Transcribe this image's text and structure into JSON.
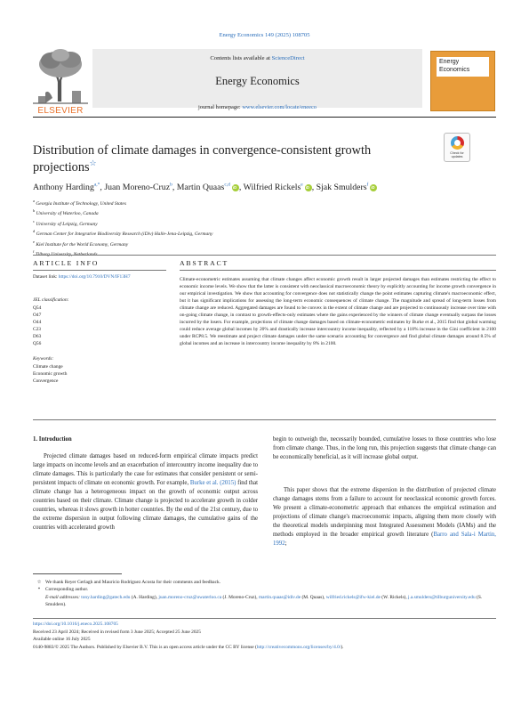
{
  "journal_ref": "Energy Economics 149 (2025) 108705",
  "header": {
    "contents_prefix": "Contents lists available at ",
    "contents_link": "ScienceDirect",
    "journal_title": "Energy Economics",
    "homepage_prefix": "journal homepage: ",
    "homepage_link": "www.elsevier.com/locate/eneeco",
    "publisher_logo": "ELSEVIER",
    "cover_title_1": "Energy",
    "cover_title_2": "Economics",
    "check_updates": "Check for updates",
    "icons": [
      "elsevier-tree-logo",
      "journal-cover",
      "check-for-updates-badge"
    ]
  },
  "title": "Distribution of climate damages in convergence-consistent growth projections",
  "title_mark": "☆",
  "authors": [
    {
      "name": "Anthony Harding",
      "sup": "a,*",
      "orcid": false
    },
    {
      "name": "Juan Moreno-Cruz",
      "sup": "b",
      "orcid": false
    },
    {
      "name": "Martin Quaas",
      "sup": "c,d",
      "orcid": true
    },
    {
      "name": "Wilfried Rickels",
      "sup": "e",
      "orcid": true
    },
    {
      "name": "Sjak Smulders",
      "sup": "f",
      "orcid": true
    }
  ],
  "affiliations": [
    {
      "sup": "a",
      "text": "Georgia Institute of Technology, United States"
    },
    {
      "sup": "b",
      "text": "University of Waterloo, Canada"
    },
    {
      "sup": "c",
      "text": "University of Leipzig, Germany"
    },
    {
      "sup": "d",
      "text": "German Center for Integrative Biodiversity Research (iDiv) Halle-Jena-Leipzig, Germany"
    },
    {
      "sup": "e",
      "text": "Kiel Institute for the World Economy, Germany"
    },
    {
      "sup": "f",
      "text": "Tilburg University, Netherlands"
    }
  ],
  "article_info": {
    "heading": "ARTICLE INFO",
    "dataset_prefix": "Dataset link: ",
    "dataset_link": "https://doi.org/10.7910/DVN/IF13H7",
    "jel_heading": "JEL classification:",
    "jel_codes": [
      "Q54",
      "O47",
      "O44",
      "C23",
      "D63",
      "Q56"
    ],
    "keywords_heading": "Keywords:",
    "keywords": [
      "Climate change",
      "Economic growth",
      "Convergence"
    ]
  },
  "abstract": {
    "heading": "ABSTRACT",
    "text": "Climate-econometric estimates assuming that climate changes affect economic growth result in larger projected damages than estimates restricting the effect to economic income levels. We show that the latter is consistent with neoclassical macroeconomic theory by explicitly accounting for income growth convergence in our empirical investigation. We show that accounting for convergence does not statistically change the point estimates capturing climate's macroeconomic effect, but it has significant implications for assessing the long-term economic consequences of climate change. The magnitude and spread of long-term losses from climate change are reduced. Aggregated damages are found to be convex in the extent of climate change and are projected to continuously increase over time with on-going climate change, in contrast to growth-effects-only estimates where the gains experienced by the winners of climate change eventually surpass the losses incurred by the losers. For example, projections of climate change damages based on climate-econometric estimates by Burke et al., 2015 find that global warming could reduce average global incomes by 20% and drastically increase intercountry income inequality, reflected by a 118% increase in the Gini coefficient in 2100 under RCP8.5. We reestimate and project climate damages under the same scenario accounting for convergence and find global climate damages around 8.5% of global incomes and an increase in intercountry income inequality by 8% in 2100."
  },
  "body": {
    "section_heading": "1.  Introduction",
    "left_part1": "Projected climate damages based on reduced-form empirical climate impacts predict large impacts on income levels and an exacerbation of intercountry income inequality due to climate damages. This is particularly the case for estimates that consider persistent or semi-persistent impacts of climate on economic growth. For example, ",
    "left_cite": "Burke et al. (2015)",
    "left_part2": " find that climate change has a heterogeneous impact on the growth of economic output across countries based on their climate. Climate change is projected to accelerate growth in colder countries, whereas it slows growth in hotter countries. By the end of the 21st century, due to the extreme dispersion in output following climate damages, the cumulative gains of the countries with accelerated growth",
    "right_para1": "begin to outweigh the, necessarily bounded, cumulative losses to those countries who lose from climate change. Thus, in the long run, this projection suggests that climate change can be economically beneficial, as it will increase global output.",
    "right_para2_part1": "This paper shows that the extreme dispersion in the distribution of projected climate change damages stems from a failure to account for neoclassical economic growth forces. We present a climate-econometric approach that enhances the empirical estimation and projections of climate change's macroeconomic impacts, aligning them more closely with the theoretical models underpinning most Integrated Assessment Models (IAMs) and the methods employed in the broader empirical growth literature (",
    "right_cite": "Barro and Sala-i Martin, 1992",
    "right_para2_part2": ";"
  },
  "footnotes": {
    "star_mark": "☆",
    "thanks": "We thank Reyer Gerlagh and Mauricio Rodriguez Acosta for their comments and feedback.",
    "corr_mark": "*",
    "corresponding": "Corresponding author.",
    "email_label": "E-mail addresses:",
    "emails": [
      {
        "addr": "tony.harding@gatech.edu",
        "who": "(A. Harding),"
      },
      {
        "addr": "juan.moreno-cruz@uwaterloo.ca",
        "who": "(J. Moreno-Cruz),"
      },
      {
        "addr": "martin.quaas@idiv.de",
        "who": "(M. Quaas),"
      },
      {
        "addr": "wilfried.rickels@ifw-kiel.de",
        "who": "(W. Rickels),"
      },
      {
        "addr": "j.a.smulders@tilburguniversity.edu",
        "who": "(S. Smulders)."
      }
    ]
  },
  "pubinfo": {
    "doi": "https://doi.org/10.1016/j.eneco.2025.108705",
    "received": "Received 23 April 2024; Received in revised form 3 June 2025; Accepted 25 June 2025",
    "available": "Available online 16 July 2025",
    "license_prefix": "0140-9883/© 2025 The Authors. Published by Elsevier B.V. This is an open access article under the CC BY license (",
    "license_link": "http://creativecommons.org/licenses/by/4.0/",
    "license_suffix": ")."
  },
  "colors": {
    "link": "#2a6ebb",
    "elsevier_orange": "#e8712a",
    "header_band": "#ececec",
    "orcid_green": "#a6ce39"
  }
}
